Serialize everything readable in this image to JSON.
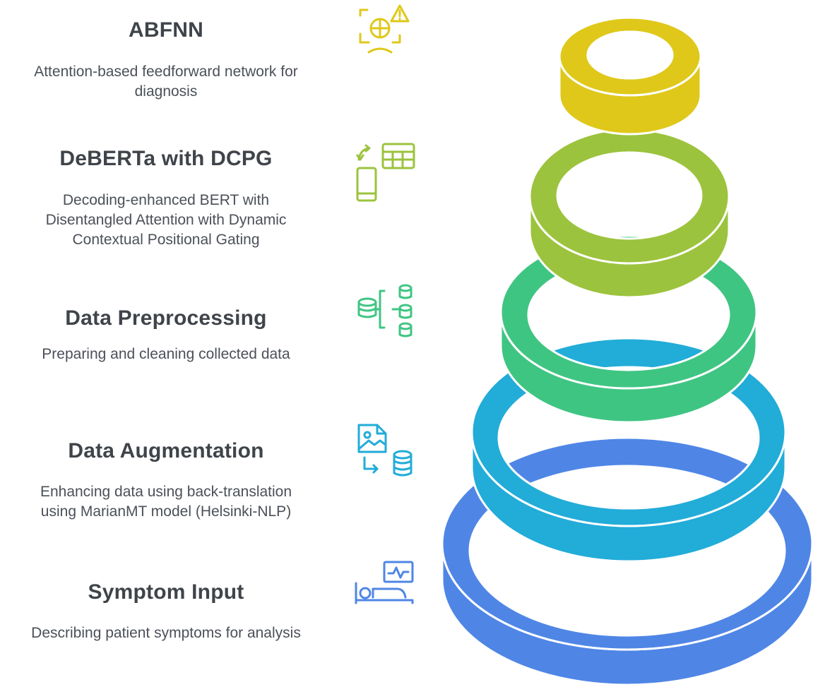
{
  "layers": [
    {
      "title": "ABFNN",
      "description": "Attention-based feedforward network for\ndiagnosis",
      "icon": "diagnosis-scan-warning-icon",
      "color": "#dfc81a"
    },
    {
      "title": "DeBERTa with DCPG",
      "description": "Decoding-enhanced BERT with\nDisentangled Attention with Dynamic\nContextual Positional Gating",
      "icon": "device-to-table-icon",
      "color": "#9cc33d"
    },
    {
      "title": "Data Preprocessing",
      "description": "Preparing and cleaning collected data",
      "icon": "database-split-icon",
      "color": "#3fc582"
    },
    {
      "title": "Data Augmentation",
      "description": "Enhancing data using back-translation\nusing MarianMT model (Helsinki-NLP)",
      "icon": "image-to-database-icon",
      "color": "#22acd8"
    },
    {
      "title": "Symptom Input",
      "description": "Describing patient symptoms for analysis",
      "icon": "patient-bed-monitor-icon",
      "color": "#4f86e6"
    }
  ]
}
